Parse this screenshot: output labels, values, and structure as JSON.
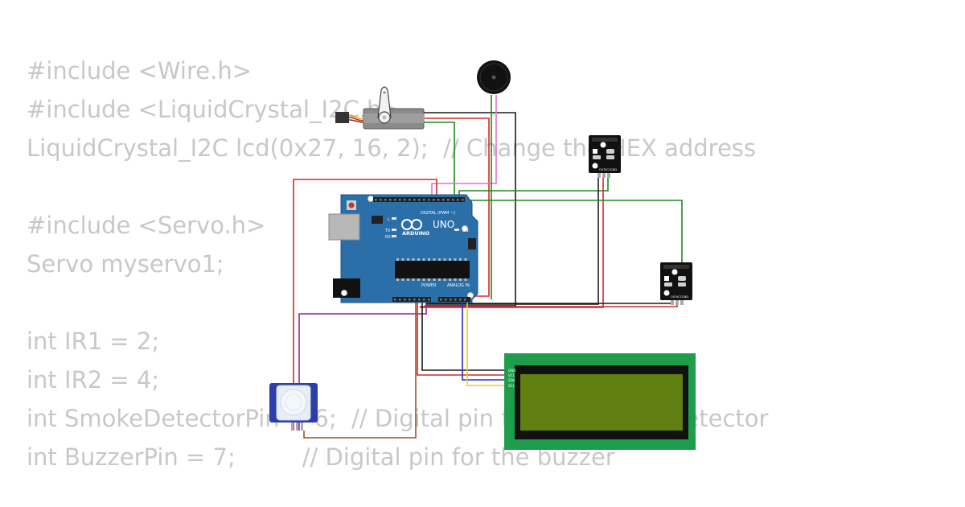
{
  "code": {
    "lines": [
      "#include <Wire.h>",
      "#include <LiquidCrystal_I2C.h>",
      "LiquidCrystal_I2C lcd(0x27, 16, 2);  // Change the HEX address",
      "",
      "#include <Servo.h>",
      "Servo myservo1;",
      "",
      "int IR1 = 2;",
      "int IR2 = 4;",
      "int SmokeDetectorPin = 6;  // Digital pin for the smoke detector",
      "int BuzzerPin = 7;         // Digital pin for the buzzer"
    ]
  },
  "arduino": {
    "brand": "ARDUINO",
    "model": "UNO",
    "digital_header": "DIGITAL (PWM ~)",
    "power_header": "POWER",
    "analog_header": "ANALOG IN",
    "on_label": "ON",
    "tx_label": "TX",
    "rx_label": "RX",
    "l_label": "L"
  },
  "lcd": {
    "pins": [
      "GND",
      "VCC",
      "SDA",
      "SCL"
    ],
    "frame_color": "#1e9e4c",
    "screen_color": "#5f7f10"
  },
  "ir_sensors": {
    "pins": [
      "OUT",
      "VCC",
      "GND"
    ]
  },
  "wire_colors": {
    "red": "#d62a2a",
    "black": "#1a1a1a",
    "green": "#1f8a1f",
    "pink": "#e56fd0",
    "blue": "#2a2ad6",
    "yellow": "#e8d21a",
    "purple": "#8a2aa6",
    "brown": "#a0522d"
  },
  "board_color": "#2a6fa8"
}
